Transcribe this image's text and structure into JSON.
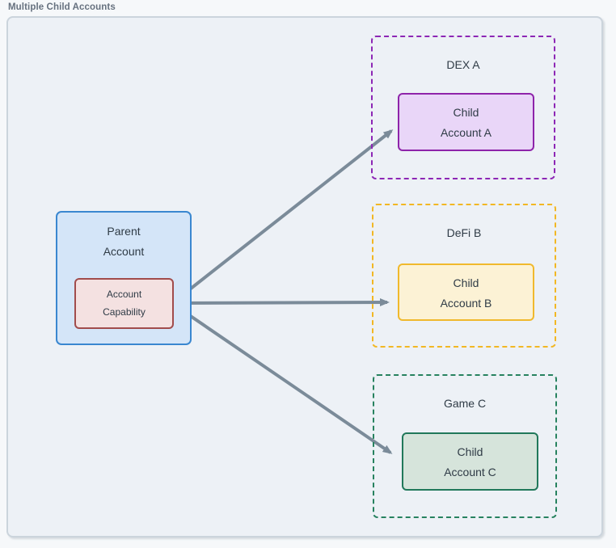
{
  "page_title": "Multiple Child Accounts",
  "diagram": {
    "parent_account": {
      "label": "Parent Account",
      "label_lines": [
        "Parent",
        "Account"
      ],
      "fill": "#d4e5f8",
      "border": "#3a87d0",
      "capability": {
        "label": "Account Capability",
        "label_lines": [
          "Account",
          "Capability"
        ],
        "fill": "#f4e1e1",
        "border": "#a14c4c"
      }
    },
    "groups": [
      {
        "name": "DEX A",
        "child_label": "Child Account A",
        "child_label_lines": [
          "Child",
          "Account A"
        ],
        "container_border": "#8d27b5",
        "node_fill": "#e9d6f8",
        "node_border": "#8e24aa"
      },
      {
        "name": "DeFi B",
        "child_label": "Child Account B",
        "child_label_lines": [
          "Child",
          "Account B"
        ],
        "container_border": "#f2b723",
        "node_fill": "#fcf2d5",
        "node_border": "#f0b92d"
      },
      {
        "name": "Game C",
        "child_label": "Child Account C",
        "child_label_lines": [
          "Child",
          "Account C"
        ],
        "container_border": "#27825f",
        "node_fill": "#d6e4db",
        "node_border": "#21785a"
      }
    ],
    "arrow_color": "#7b8b99",
    "outer_fill": "#edf1f6",
    "outer_border": "#cbd4dc"
  }
}
